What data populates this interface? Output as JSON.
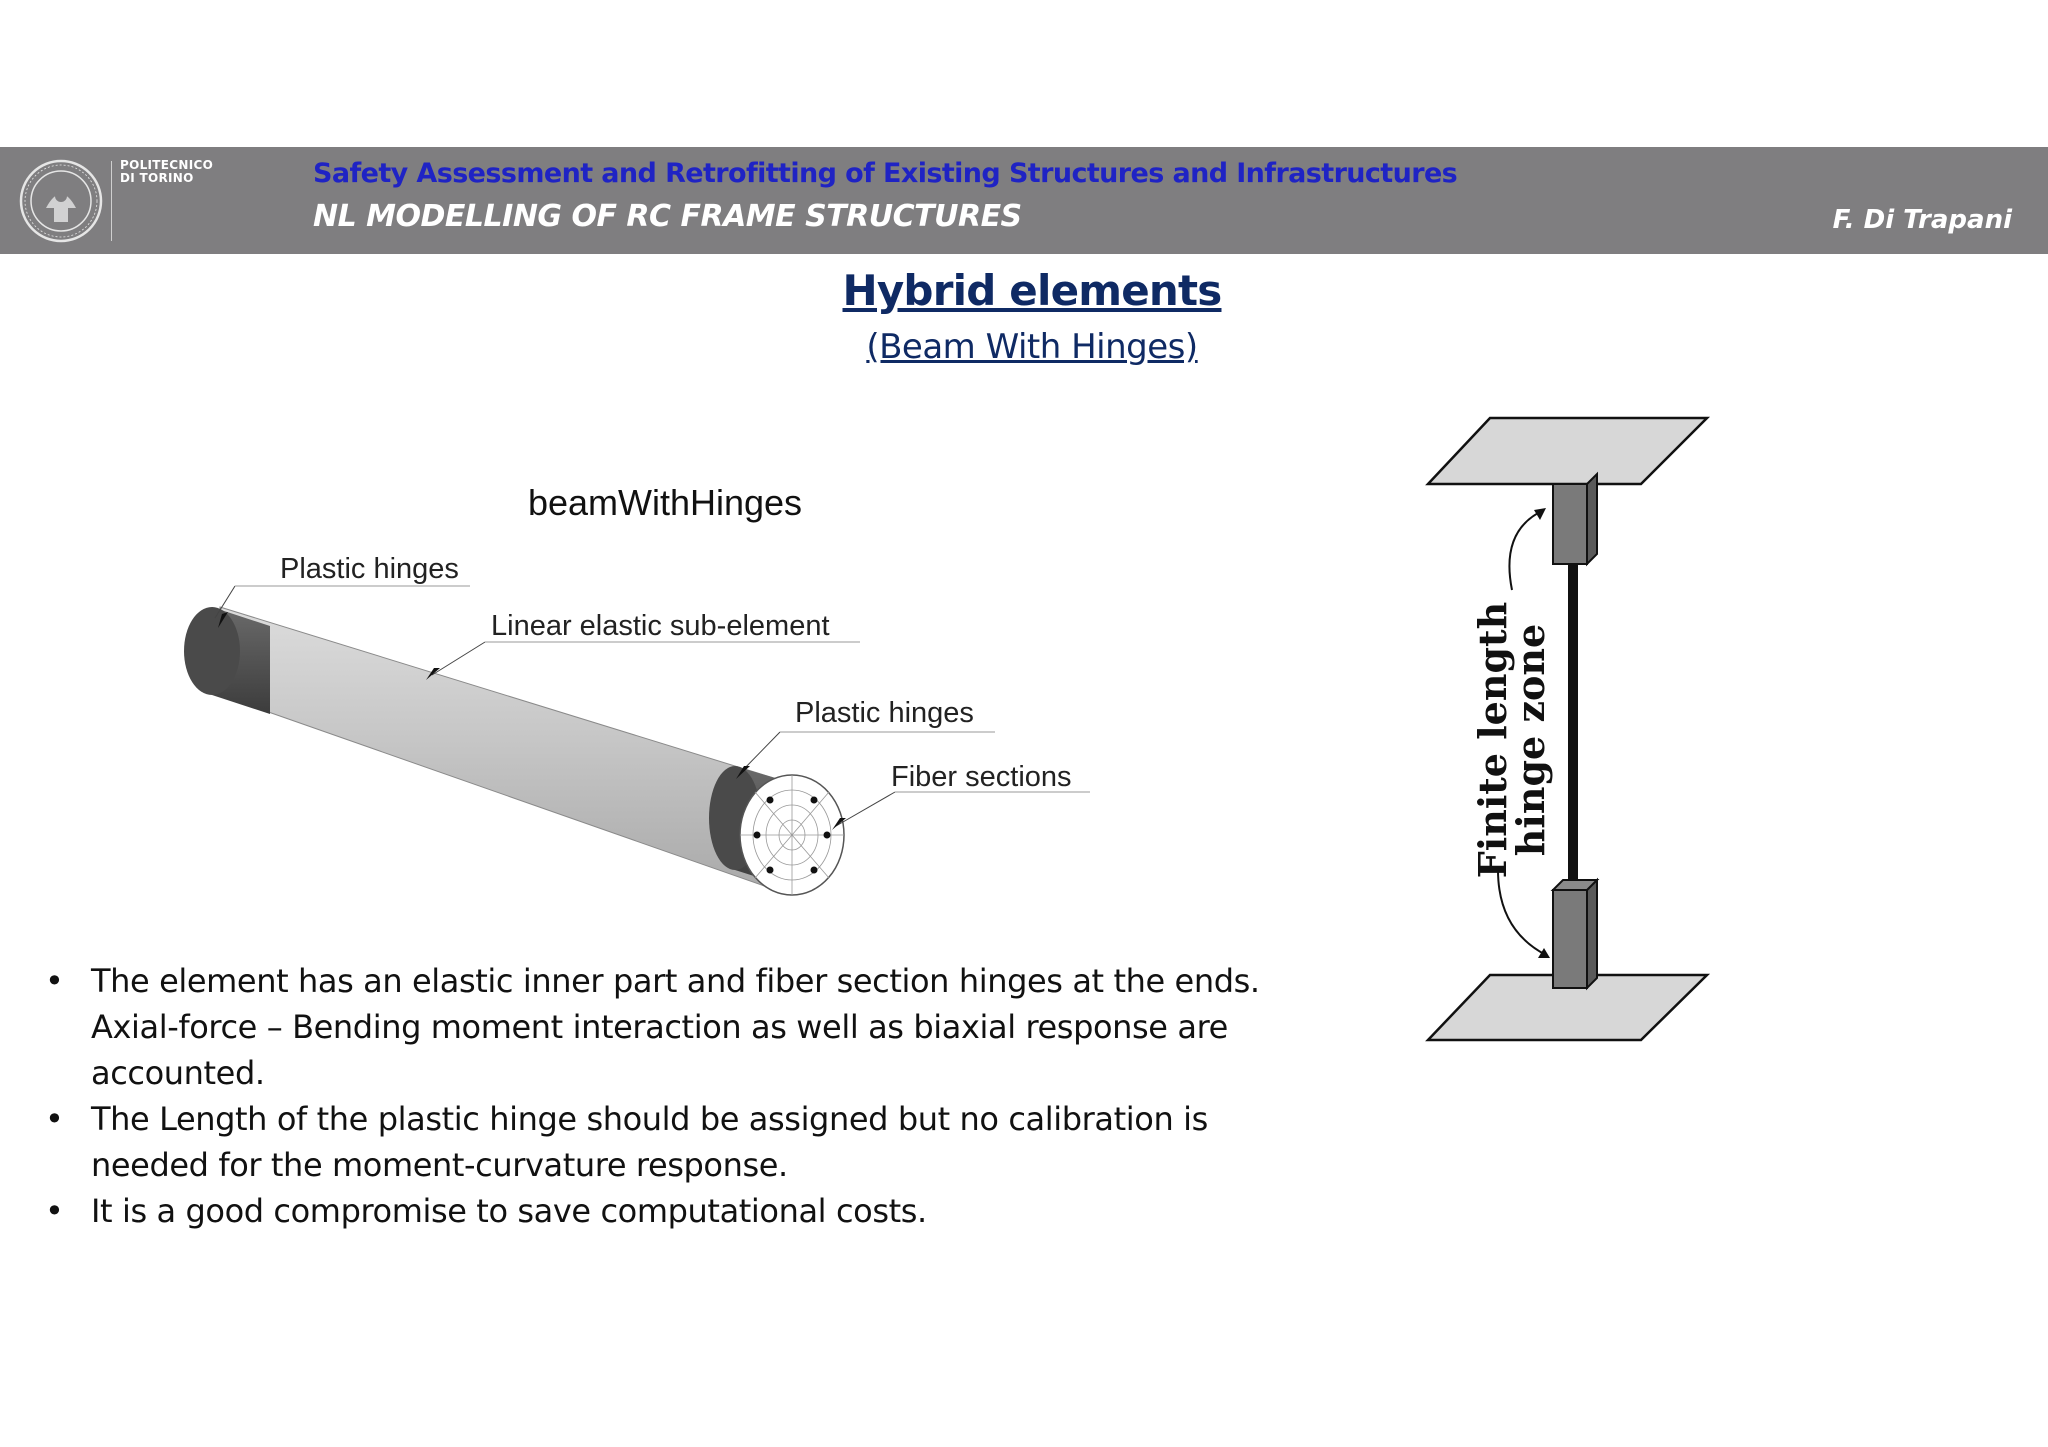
{
  "header": {
    "logo_text_line1": "POLITECNICO",
    "logo_text_line2": "DI TORINO",
    "course_title": "Safety Assessment and Retrofitting of Existing Structures and Infrastructures",
    "topic_title": "NL MODELLING OF RC FRAME STRUCTURES",
    "author": "F. Di Trapani"
  },
  "slide": {
    "title": "Hybrid elements",
    "subtitle": "(Beam With Hinges)"
  },
  "diagram": {
    "title": "beamWithHinges",
    "label_hinges_left": "Plastic hinges",
    "label_elastic": "Linear elastic sub-element",
    "label_hinges_right": "Plastic hinges",
    "label_fiber": "Fiber sections"
  },
  "column_figure": {
    "label_line1": "Finite length",
    "label_line2": "hinge zone"
  },
  "bullets": [
    {
      "lines": [
        "The element has an elastic inner part and fiber section hinges at the ends.",
        "Axial-force – Bending moment interaction as well as biaxial response are",
        "accounted."
      ]
    },
    {
      "lines": [
        "The Length of the plastic hinge should be assigned but no calibration is",
        "needed for the moment-curvature response."
      ]
    },
    {
      "lines": [
        "It is a good compromise to save computational costs."
      ]
    }
  ],
  "colors": {
    "header_bg": "#7f7e80",
    "course_title": "#1f23c4",
    "slide_title": "#0f2a64"
  },
  "icons": [
    "politecnico-seal-icon"
  ]
}
